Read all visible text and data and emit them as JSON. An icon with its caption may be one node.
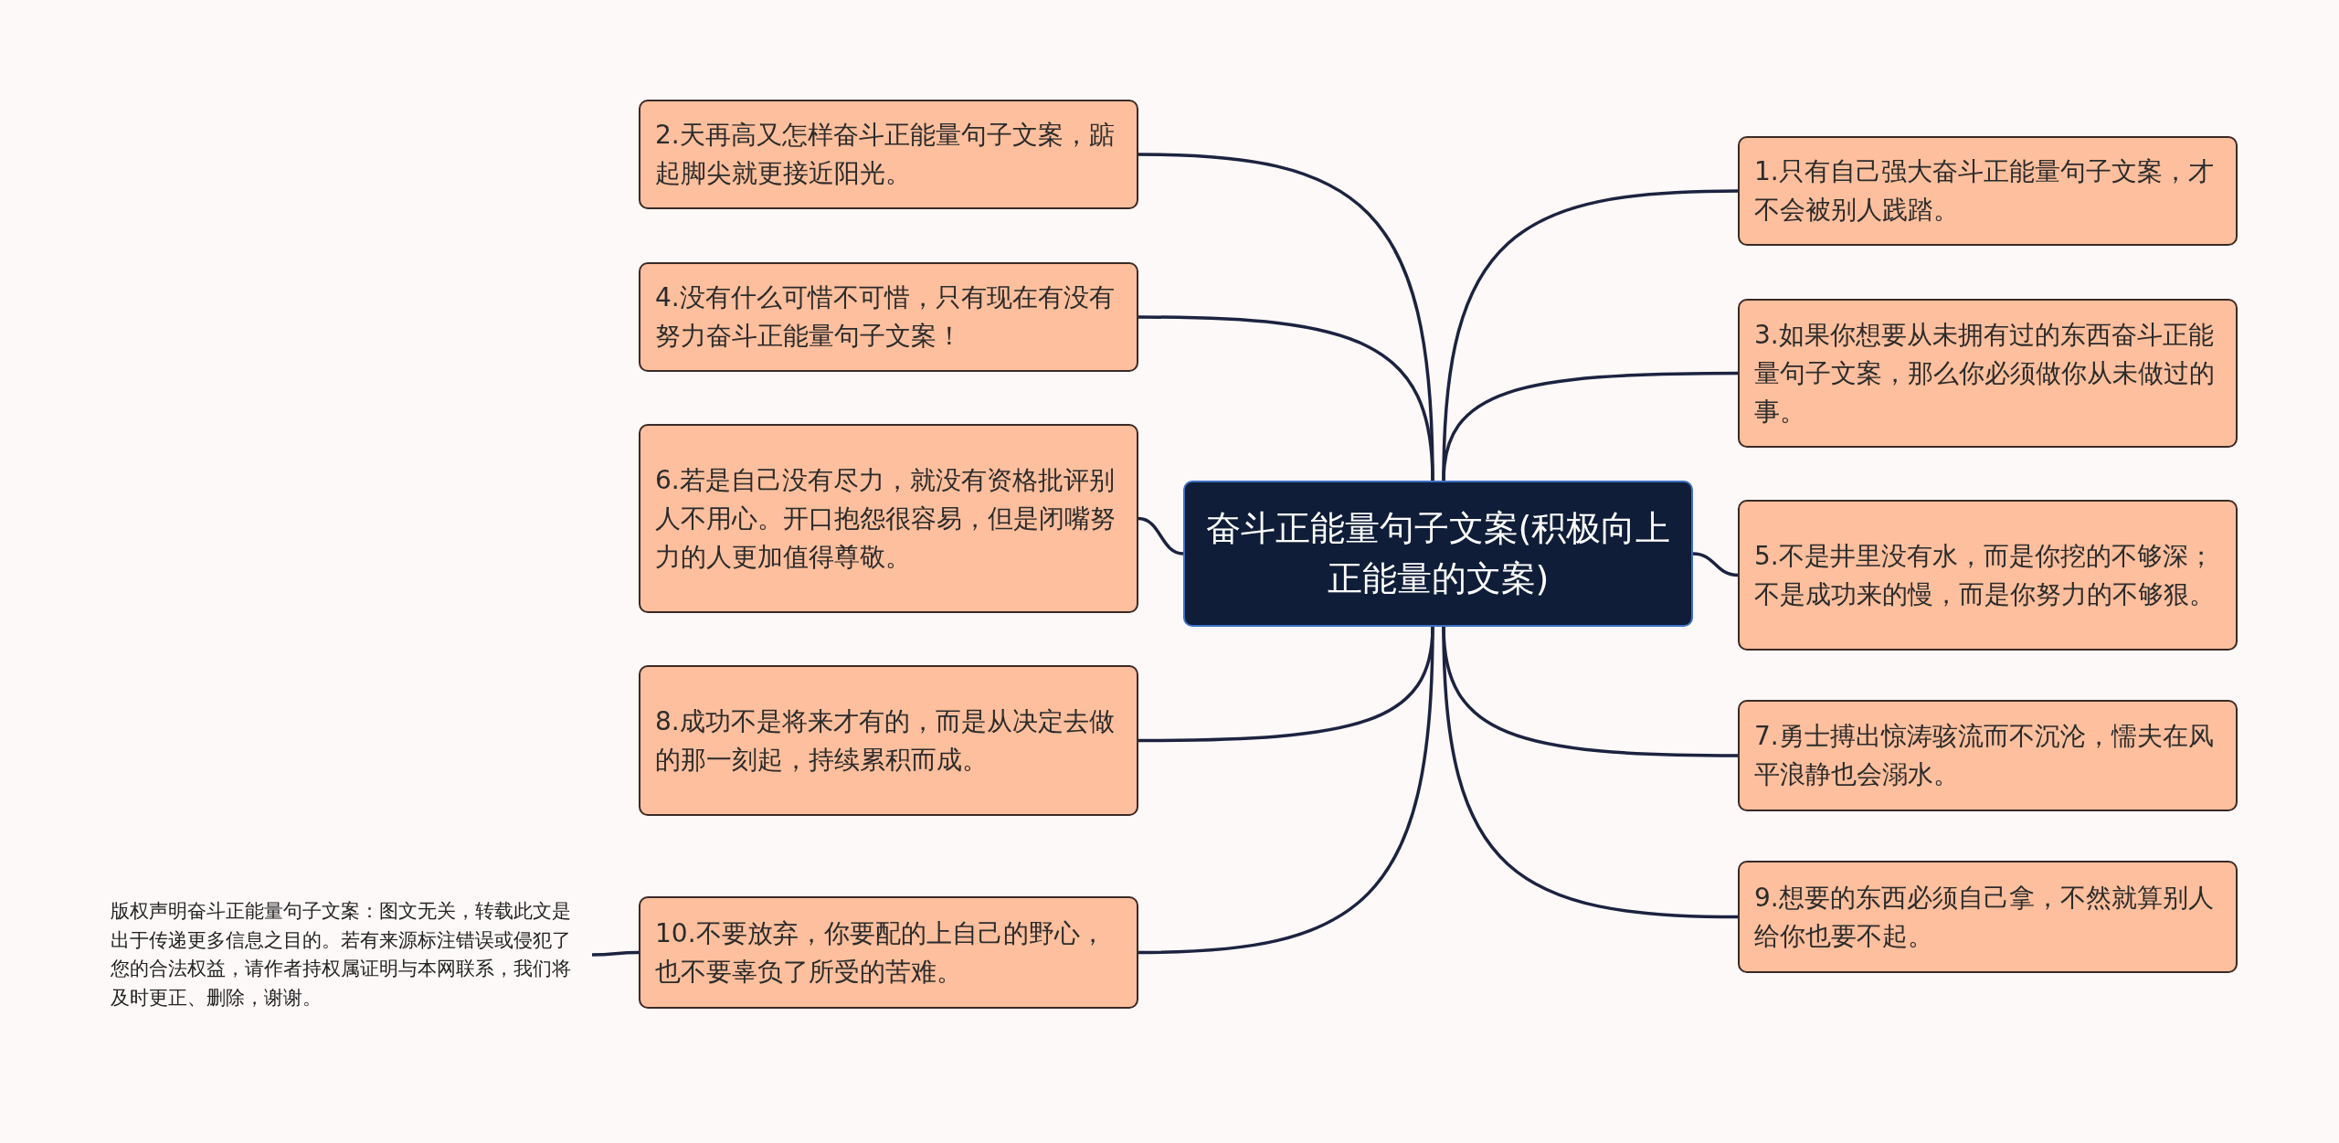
{
  "diagram": {
    "nodes": [
      {
        "text": [
          "奋斗正能量句子文案(积极向上正能量的文案)"
        ]
      },
      {
        "text": [
          "1.只有自己强大奋斗正能量句子文案，才不会被别人践踏。"
        ]
      },
      {
        "text": [
          "2.天再高又怎样奋斗正能量句子文案，踮起脚尖就更接近阳光。"
        ]
      },
      {
        "text": [
          "3.如果你想要从未拥有过的东西奋斗正能量句子文案，那么你必须做你从未做过的事。"
        ]
      },
      {
        "text": [
          "4.没有什么可惜不可惜，只有现在有没有努力奋斗正能量句子文案！"
        ]
      },
      {
        "text": [
          "5.不是井里没有水，而是你挖的不够深；不是成功来的慢，而是你努力的不够狠。"
        ]
      },
      {
        "text": [
          "6.若是自己没有尽力，就没有资格批评别人不用心。开口抱怨很容易，但是闭嘴努力的人更加值得尊敬。"
        ]
      },
      {
        "text": [
          "7.勇士搏出惊涛骇流而不沉沦，懦夫在风平浪静也会溺水。"
        ]
      },
      {
        "text": [
          "8.成功不是将来才有的，而是从决定去做的那一刻起，持续累积而成。"
        ]
      },
      {
        "text": [
          "9.想要的东西必须自己拿，不然就算别人给你也要不起。"
        ]
      },
      {
        "text": [
          "10.不要放弃，你要配的上自己的野心，也不要辜负了所受的苦难。"
        ]
      },
      {
        "text": [
          "版权声明奋斗正能量句子文案：图文无关，转载此文是出于传递更多信息之目的。若有来源标注错误或侵犯了您的合法权益，请作者持权属证明与本网联系，我们将及时更正、删除，谢谢。"
        ]
      }
    ],
    "edges": [
      {
        "from": 0,
        "to": 1,
        "arrow": "none"
      },
      {
        "from": 0,
        "to": 2,
        "arrow": "none"
      },
      {
        "from": 0,
        "to": 3,
        "arrow": "none"
      },
      {
        "from": 0,
        "to": 4,
        "arrow": "none"
      },
      {
        "from": 0,
        "to": 5,
        "arrow": "none"
      },
      {
        "from": 0,
        "to": 6,
        "arrow": "none"
      },
      {
        "from": 0,
        "to": 7,
        "arrow": "none"
      },
      {
        "from": 0,
        "to": 8,
        "arrow": "none"
      },
      {
        "from": 0,
        "to": 9,
        "arrow": "none"
      },
      {
        "from": 0,
        "to": 10,
        "arrow": "none"
      },
      {
        "from": 10,
        "to": 11,
        "arrow": "none"
      }
    ]
  }
}
